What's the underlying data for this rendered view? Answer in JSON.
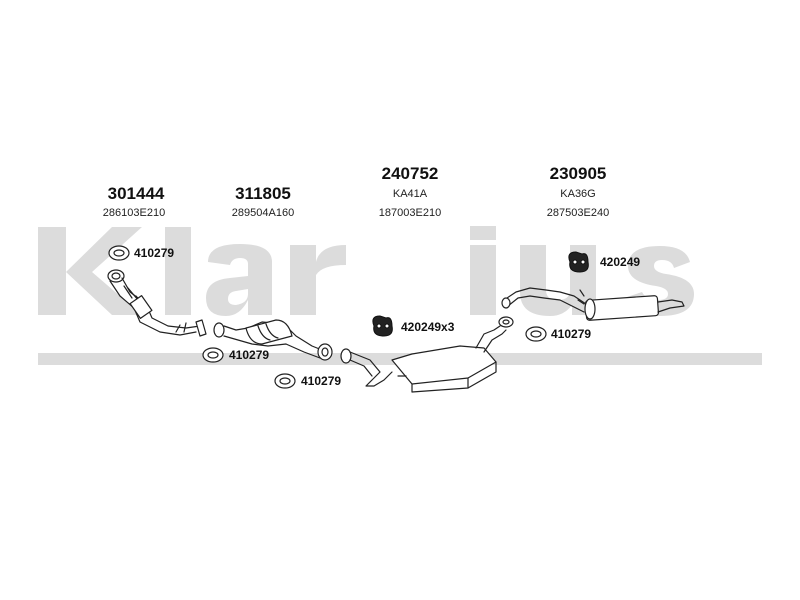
{
  "watermark": {
    "text": "Klarius"
  },
  "columns": [
    {
      "part_number": "301444",
      "oem_code": "286103E210"
    },
    {
      "part_number": "311805",
      "oem_code": "289504A160"
    },
    {
      "part_number": "240752",
      "code": "KA41A",
      "oem_code": "187003E210"
    },
    {
      "part_number": "230905",
      "code": "KA36G",
      "oem_code": "287503E240"
    }
  ],
  "fittings": [
    {
      "code": "410279",
      "icon": "gasket-icon"
    },
    {
      "code": "410279",
      "icon": "gasket-icon"
    },
    {
      "code": "410279",
      "icon": "gasket-icon"
    },
    {
      "code": "410279",
      "icon": "gasket-icon"
    },
    {
      "code": "420249x3",
      "icon": "rubber-mount-icon"
    },
    {
      "code": "420249",
      "icon": "rubber-mount-icon"
    }
  ],
  "colors": {
    "watermark": "#dcdcdc",
    "line": "#222222"
  }
}
